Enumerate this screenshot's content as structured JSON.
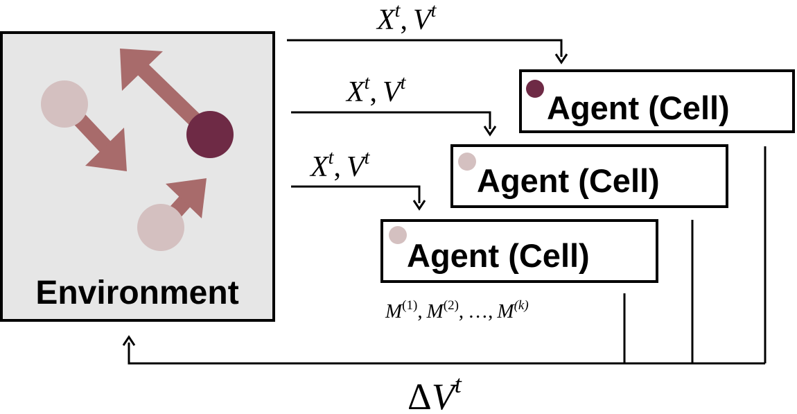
{
  "environment": {
    "label": "Environment",
    "colors": {
      "box_fill": "#e6e6e6",
      "box_stroke": "#000000",
      "arrow": "#a86b6b",
      "particle_light": "#d4c0c0",
      "particle_dark": "#6e2a45"
    }
  },
  "agents": [
    {
      "label": "Agent (Cell)",
      "dot_color": "#6e2a45"
    },
    {
      "label": "Agent (Cell)",
      "dot_color": "#d4c0c0"
    },
    {
      "label": "Agent (Cell)",
      "dot_color": "#d4c0c0"
    }
  ],
  "inputs": {
    "label_x": "X",
    "label_v": "V",
    "sup": "t",
    "sep": ","
  },
  "messages": {
    "base": "M",
    "sup1": "(1)",
    "sup2": "(2)",
    "supk": "(k)",
    "sep": ",",
    "ellipsis": "…"
  },
  "feedback": {
    "delta": "Δ",
    "base": "V",
    "sup": "t"
  }
}
